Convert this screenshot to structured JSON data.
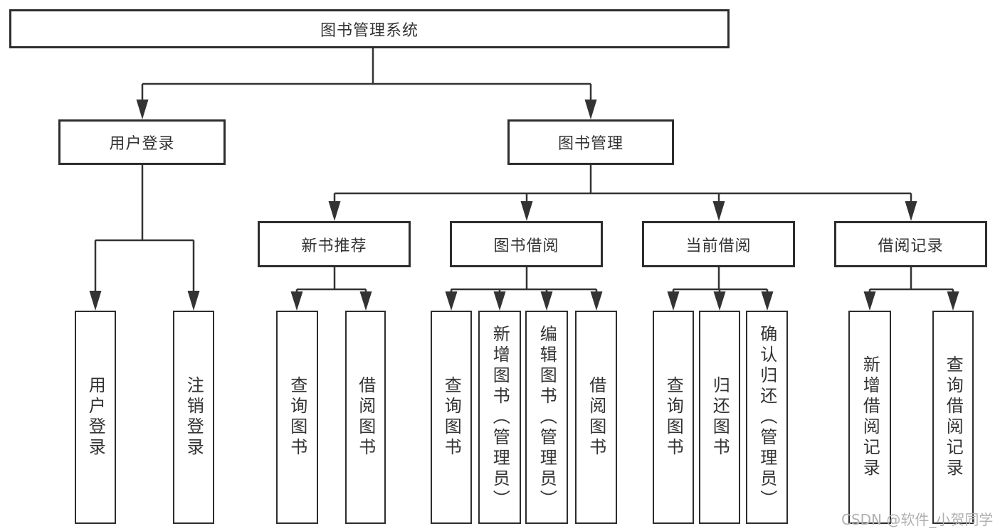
{
  "nodes": {
    "root": {
      "label": "图书管理系统"
    },
    "level2": [
      {
        "label": "用户登录"
      },
      {
        "label": "图书管理"
      }
    ],
    "level3": [
      {
        "label": "新书推荐"
      },
      {
        "label": "图书借阅"
      },
      {
        "label": "当前借阅"
      },
      {
        "label": "借阅记录"
      }
    ],
    "leaves": [
      {
        "label": "用户登录"
      },
      {
        "label": "注销登录"
      },
      {
        "label": "查询图书"
      },
      {
        "label": "借阅图书"
      },
      {
        "label": "查询图书"
      },
      {
        "label": "新增图书（管理员）"
      },
      {
        "label": "编辑图书（管理员）"
      },
      {
        "label": "借阅图书"
      },
      {
        "label": "查询图书"
      },
      {
        "label": "归还图书"
      },
      {
        "label": "确认归还（管理员）"
      },
      {
        "label": "新增借阅记录"
      },
      {
        "label": "查询借阅记录"
      }
    ]
  },
  "watermark": {
    "text": "CSDN @软件_小贺同学"
  },
  "colors": {
    "line": "#333333",
    "border": "#2d2d2d",
    "text": "#333333",
    "watermark": "#b0b0b0",
    "background": "#ffffff"
  }
}
